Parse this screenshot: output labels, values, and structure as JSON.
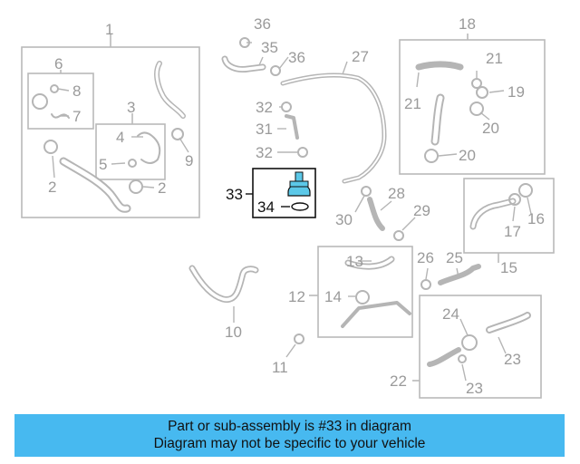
{
  "diagram": {
    "highlight_color": "#5bc8e8",
    "banner_color": "#47b9f0",
    "callouts": {
      "c1": "1",
      "c2a": "2",
      "c2b": "2",
      "c3": "3",
      "c4": "4",
      "c5": "5",
      "c6": "6",
      "c7": "7",
      "c8": "8",
      "c9": "9",
      "c10": "10",
      "c11": "11",
      "c12": "12",
      "c13": "13",
      "c14": "14",
      "c15": "15",
      "c16": "16",
      "c17": "17",
      "c18": "18",
      "c19": "19",
      "c20a": "20",
      "c20b": "20",
      "c21a": "21",
      "c21b": "21",
      "c22": "22",
      "c23a": "23",
      "c23b": "23",
      "c24": "24",
      "c25": "25",
      "c26": "26",
      "c27": "27",
      "c28": "28",
      "c29": "29",
      "c30": "30",
      "c31": "31",
      "c32a": "32",
      "c32b": "32",
      "c33": "33",
      "c34": "34",
      "c35": "35",
      "c36a": "36",
      "c36b": "36"
    }
  },
  "banner": {
    "line1": "Part or sub-assembly is #33 in diagram",
    "line2": "Diagram may not be specific to your vehicle"
  }
}
